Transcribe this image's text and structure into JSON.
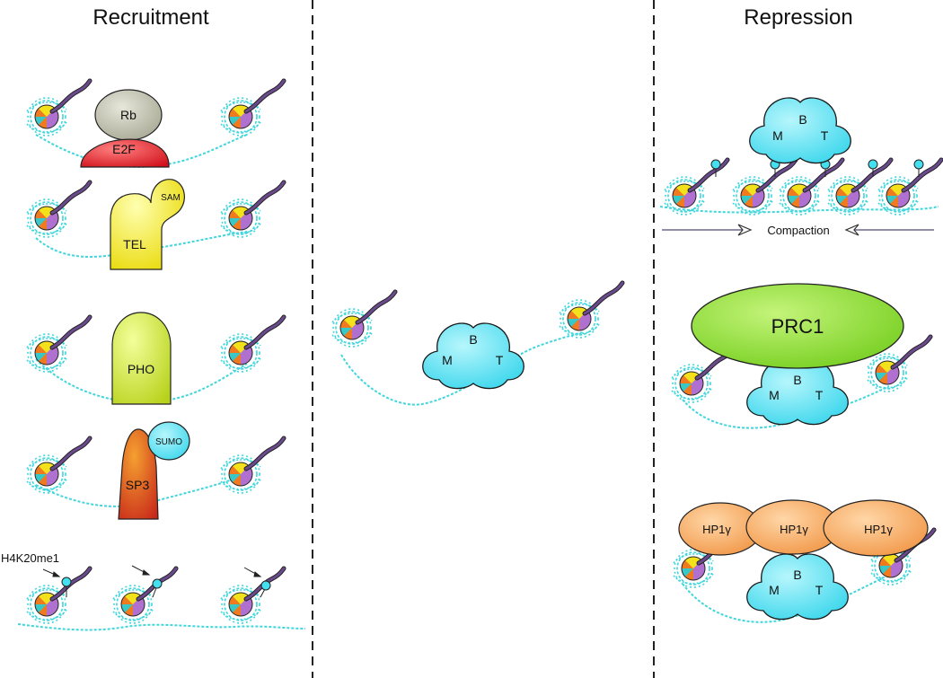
{
  "headers": {
    "left": "Recruitment",
    "right": "Repression"
  },
  "recruitment": {
    "rb": "Rb",
    "e2f": "E2F",
    "tel": "TEL",
    "sam": "SAM",
    "pho": "PHO",
    "sp3": "SP3",
    "sumo": "SUMO",
    "mark": "H4K20me1"
  },
  "mbt": {
    "m": "M",
    "b": "B",
    "t": "T"
  },
  "repression": {
    "compaction": "Compaction",
    "prc1": "PRC1",
    "hp1": [
      "HP1γ",
      "HP1γ",
      "HP1γ"
    ]
  },
  "colors": {
    "dna": "#3fd6dc",
    "mbt": "#44e0f0",
    "tail": "#6a4a8c",
    "rb": "#b9b9a6",
    "e2f": "#e0202a",
    "tel": "#f2f20a",
    "pho": "#cde83a",
    "sp3": "#d4401a",
    "prc1": "#88dc2a",
    "hp1": "#f5a55a",
    "nuc_orange": "#f07a20",
    "nuc_yellow": "#f3e21b",
    "nuc_purple": "#b070d0",
    "nuc_cyan": "#38c8c8"
  }
}
